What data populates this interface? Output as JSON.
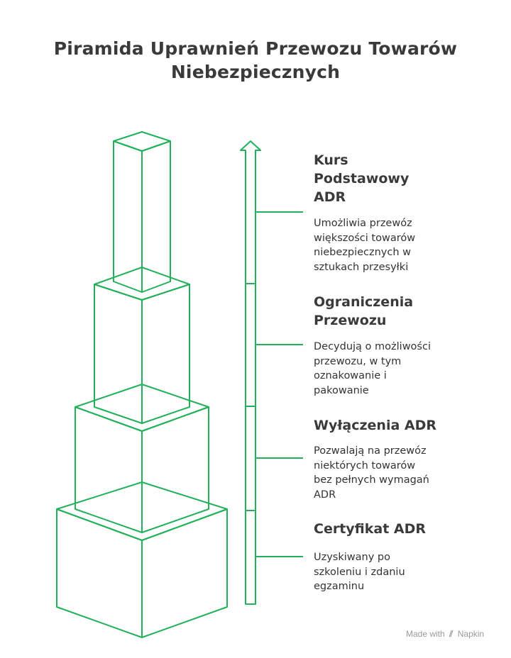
{
  "title": {
    "line1": "Piramida Uprawnień Przewozu Towarów",
    "line2": "Niebezpiecznych"
  },
  "levels": [
    {
      "heading": [
        "Kurs",
        "Podstawowy",
        "ADR"
      ],
      "description": [
        "Umożliwia przewóz",
        "większości towarów",
        "niebezpiecznych w",
        "sztukach przesyłki"
      ]
    },
    {
      "heading": [
        "Ograniczenia",
        "Przewozu"
      ],
      "description": [
        "Decydują o możliwości",
        "przewozu, w tym",
        "oznakowanie i",
        "pakowanie"
      ]
    },
    {
      "heading": [
        "Wyłączenia ADR"
      ],
      "description": [
        "Pozwalają na przewóz",
        "niektórych towarów",
        "bez pełnych wymagań",
        "ADR"
      ]
    },
    {
      "heading": [
        "Certyfikat ADR"
      ],
      "description": [
        "Uzyskiwany po",
        "szkoleniu i zdaniu",
        "egzaminu"
      ]
    }
  ],
  "watermark": {
    "prefix": "Made with",
    "brand": "Napkin"
  },
  "colors": {
    "stroke": "#22b05a",
    "text": "#333333"
  }
}
